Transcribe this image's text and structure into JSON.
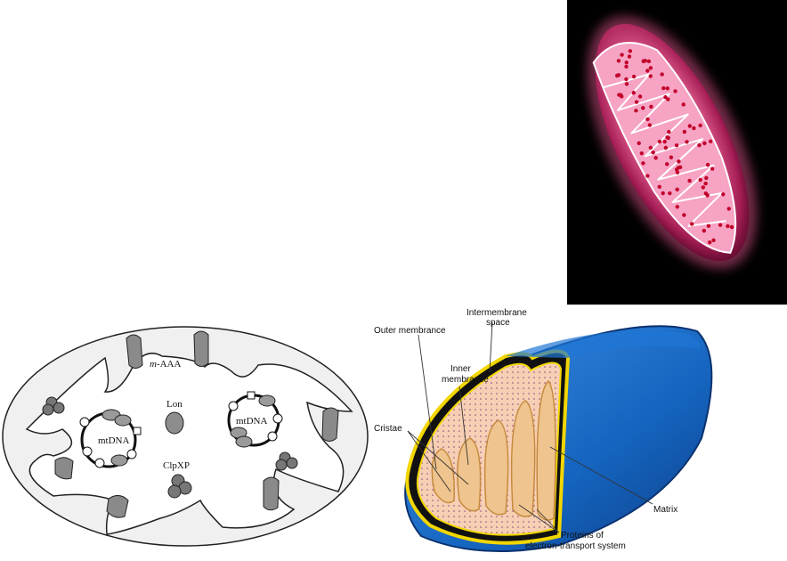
{
  "diagram_protease": {
    "labels": {
      "m_aaa_prefix": "m",
      "m_aaa_suffix": "-AAA",
      "lon": "Lon",
      "clpxp": "ClpXP",
      "mtdna_left": "mtDNA",
      "mtdna_right": "mtDNA"
    }
  },
  "diagram_anatomy": {
    "labels": {
      "intermembrane_line1": "Intermembrane",
      "intermembrane_line2": "space",
      "outer_membrane": "Outer membrance",
      "inner_line1": "Inner",
      "inner_line2": "membrance",
      "cristae": "Cristae",
      "matrix": "Matrix",
      "proteins_line1": "Proteins of",
      "proteins_line2": "electron-transport system"
    },
    "colors": {
      "outer": "#1565c0",
      "membrane_yellow": "#f2d600",
      "matrix_fill": "#f7cfb4",
      "cristae_fill": "#efc48e"
    }
  },
  "glow_image": {
    "colors": {
      "background": "#000000",
      "glow": "#ff6fa8",
      "dots": "#c2002a"
    }
  }
}
